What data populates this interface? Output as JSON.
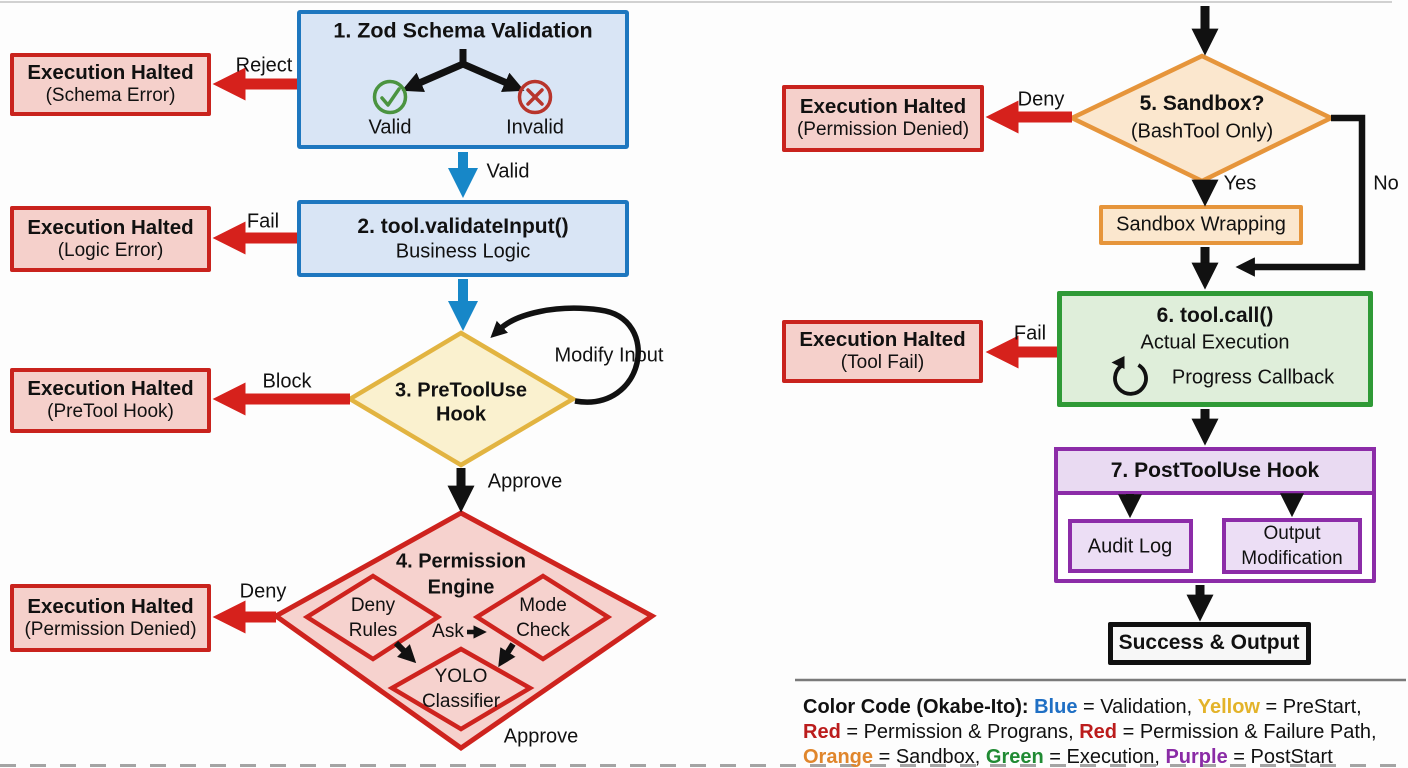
{
  "colors": {
    "blue": "#1e77bf",
    "blue_fill": "#d9e5f5",
    "blue_arrow": "#1787c8",
    "red": "#c9231d",
    "red_fill": "#f5d0cb",
    "red_arrow": "#d6211c",
    "yellow": "#e2b441",
    "yellow_fill": "#faf1cf",
    "orange": "#e6953b",
    "orange_fill": "#fbe7ce",
    "green": "#2f9a36",
    "green_fill": "#dfeeda",
    "purple": "#8c2ca8",
    "purple_fill": "#e9daf2",
    "legend_blue": "#1f6fc4",
    "legend_yellow": "#e3b32a",
    "legend_red": "#bb1c1c",
    "legend_orange": "#e0862c",
    "legend_green": "#208a33",
    "legend_purple": "#8a2ba6"
  },
  "left": {
    "halted_schema": {
      "l1": "Execution Halted",
      "l2": "(Schema Error)"
    },
    "reject": "Reject",
    "zod": {
      "title": "1. Zod Schema Validation",
      "valid": "Valid",
      "invalid": "Invalid"
    },
    "valid_edge": "Valid",
    "halted_logic": {
      "l1": "Execution Halted",
      "l2": "(Logic Error)"
    },
    "fail": "Fail",
    "validate": {
      "l1": "2. tool.validateInput()",
      "l2": "Business Logic"
    },
    "pretool": {
      "l1": "3. PreToolUse",
      "l2": "Hook"
    },
    "modify": "Modify Input",
    "block": "Block",
    "halted_pretool": {
      "l1": "Execution Halted",
      "l2": "(PreTool Hook)"
    },
    "approve1": "Approve",
    "perm": {
      "l1": "4. Permission",
      "l2": "Engine",
      "deny_rules": {
        "l1": "Deny",
        "l2": "Rules"
      },
      "mode_check": {
        "l1": "Mode",
        "l2": "Check"
      },
      "yolo": {
        "l1": "YOLO",
        "l2": "Classifier"
      },
      "ask": "Ask"
    },
    "deny": "Deny",
    "halted_perm": {
      "l1": "Execution Halted",
      "l2": "(Permission Denied)"
    },
    "approve2": "Approve"
  },
  "right": {
    "halted_perm2": {
      "l1": "Execution Halted",
      "l2": "(Permission Denied)"
    },
    "deny": "Deny",
    "sandbox": {
      "l1": "5. Sandbox?",
      "l2": "(BashTool Only)"
    },
    "yes": "Yes",
    "no": "No",
    "wrapping": "Sandbox Wrapping",
    "halted_tool": {
      "l1": "Execution Halted",
      "l2": "(Tool Fail)"
    },
    "fail": "Fail",
    "toolcall": {
      "l1": "6. tool.call()",
      "l2": "Actual Execution",
      "l3": "Progress Callback"
    },
    "posttool": {
      "title": "7. PostToolUse Hook",
      "audit": "Audit Log",
      "out1": "Output",
      "out2": "Modification"
    },
    "success": "Success & Output"
  },
  "legend": {
    "title": "Color Code (Okabe-Ito): ",
    "b1": "Blue",
    "m1": " = Validation, ",
    "b2": "Yellow",
    "m2": " = PreStart,",
    "b3": "Red",
    "m3": " = Permission & Prograns, ",
    "b4": "Red",
    "m4": " = Permission & Failure Path,",
    "b5": "Orange",
    "m5": " = Sandbox, ",
    "b6": "Green",
    "m6": " = Execution, ",
    "b7": "Purple",
    "m7": " = PostStart"
  }
}
